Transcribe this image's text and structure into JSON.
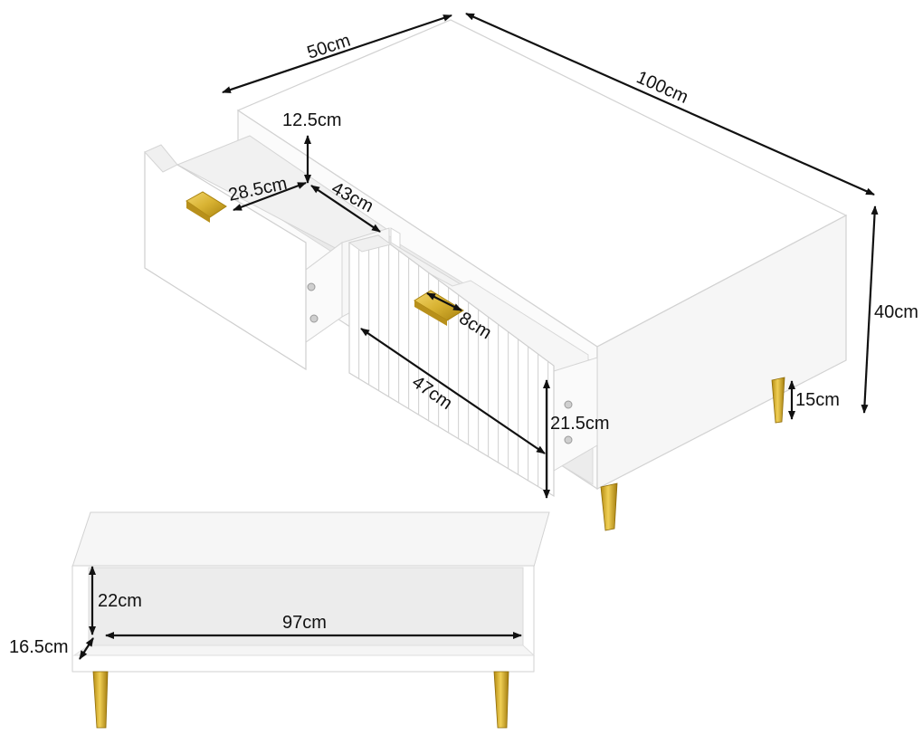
{
  "colors": {
    "background": "#ffffff",
    "furniture_white": "#ffffff",
    "edge_gray": "#d2d2d2",
    "shadow_gray": "#e9e9e9",
    "gold": "#d8b232",
    "gold_dark": "#a8820f",
    "dimension_line": "#111111"
  },
  "icons": {
    "arrowhead": "arrow-head",
    "handle": "gold-handle-icon"
  },
  "dimensions": {
    "depth": "50cm",
    "length": "100cm",
    "height": "40cm",
    "leg_height": "15cm",
    "drawer_inner_height": "12.5cm",
    "drawer_inner_width": "28.5cm",
    "drawer_inner_depth": "43cm",
    "handle_width": "8cm",
    "drawer_front_width": "47cm",
    "drawer_front_height": "21.5cm",
    "open_shelf_height": "22cm",
    "open_shelf_width": "97cm",
    "open_shelf_depth": "16.5cm"
  }
}
